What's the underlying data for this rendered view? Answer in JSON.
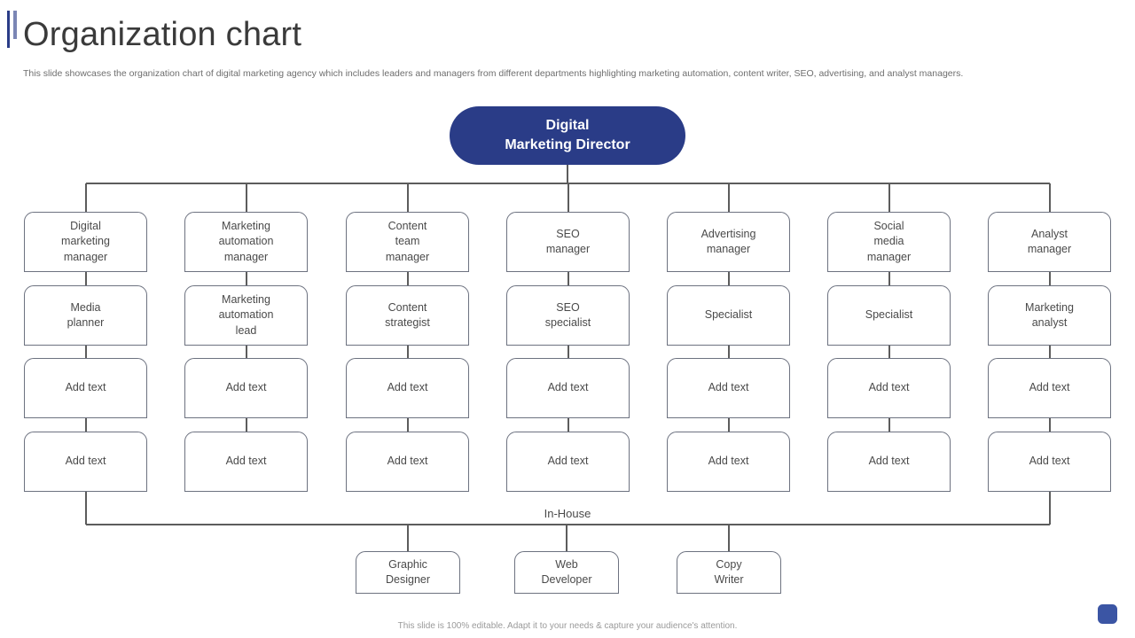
{
  "header": {
    "title": "Organization chart",
    "subtitle": "This slide showcases the organization chart of digital marketing agency which includes leaders and managers from different departments highlighting marketing automation, content writer, SEO,  advertising, and analyst managers."
  },
  "footer": {
    "note": "This slide is 100% editable. Adapt it to your needs & capture your audience's attention."
  },
  "colors": {
    "root_fill": "#2a3c87",
    "accent_dark": "#2a3c87",
    "accent_light": "#7b86b5",
    "node_border": "#6d7280",
    "connector": "#5c5c5c",
    "hexagon": "#3b55a4"
  },
  "chart_data": {
    "type": "org-chart",
    "root": {
      "label": "Digital\nMarketing Director",
      "line1": "Digital",
      "line2": "Marketing Director"
    },
    "inhouse_label": "In-House",
    "columns": [
      {
        "manager": "Digital marketing manager",
        "manager_lines": [
          "Digital",
          "marketing",
          "manager"
        ],
        "nodes": [
          "Media planner",
          "Add text",
          "Add text"
        ],
        "node_lines": [
          [
            "Media",
            "planner"
          ],
          [
            "Add text"
          ],
          [
            "Add text"
          ]
        ]
      },
      {
        "manager": "Marketing automation manager",
        "manager_lines": [
          "Marketing",
          "automation",
          "manager"
        ],
        "nodes": [
          "Marketing automation lead",
          "Add text",
          "Add text"
        ],
        "node_lines": [
          [
            "Marketing",
            "automation",
            "lead"
          ],
          [
            "Add text"
          ],
          [
            "Add text"
          ]
        ]
      },
      {
        "manager": "Content team manager",
        "manager_lines": [
          "Content",
          "team",
          "manager"
        ],
        "nodes": [
          "Content strategist",
          "Add text",
          "Add text"
        ],
        "node_lines": [
          [
            "Content",
            "strategist"
          ],
          [
            "Add text"
          ],
          [
            "Add text"
          ]
        ]
      },
      {
        "manager": "SEO manager",
        "manager_lines": [
          "SEO",
          "manager"
        ],
        "nodes": [
          "SEO specialist",
          "Add text",
          "Add text"
        ],
        "node_lines": [
          [
            "SEO",
            "specialist"
          ],
          [
            "Add text"
          ],
          [
            "Add text"
          ]
        ]
      },
      {
        "manager": "Advertising manager",
        "manager_lines": [
          "Advertising",
          "manager"
        ],
        "nodes": [
          "Specialist",
          "Add text",
          "Add text"
        ],
        "node_lines": [
          [
            "Specialist"
          ],
          [
            "Add text"
          ],
          [
            "Add text"
          ]
        ]
      },
      {
        "manager": "Social media manager",
        "manager_lines": [
          "Social",
          "media",
          "manager"
        ],
        "nodes": [
          "Specialist",
          "Add text",
          "Add text"
        ],
        "node_lines": [
          [
            "Specialist"
          ],
          [
            "Add text"
          ],
          [
            "Add text"
          ]
        ]
      },
      {
        "manager": "Analyst manager",
        "manager_lines": [
          "Analyst",
          "manager"
        ],
        "nodes": [
          "Marketing analyst",
          "Add text",
          "Add text"
        ],
        "node_lines": [
          [
            "Marketing",
            "analyst"
          ],
          [
            "Add text"
          ],
          [
            "Add text"
          ]
        ]
      }
    ],
    "inhouse_nodes": [
      {
        "label": "Graphic Designer",
        "lines": [
          "Graphic",
          "Designer"
        ]
      },
      {
        "label": "Web Developer",
        "lines": [
          "Web",
          "Developer"
        ]
      },
      {
        "label": "Copy Writer",
        "lines": [
          "Copy",
          "Writer"
        ]
      }
    ]
  }
}
